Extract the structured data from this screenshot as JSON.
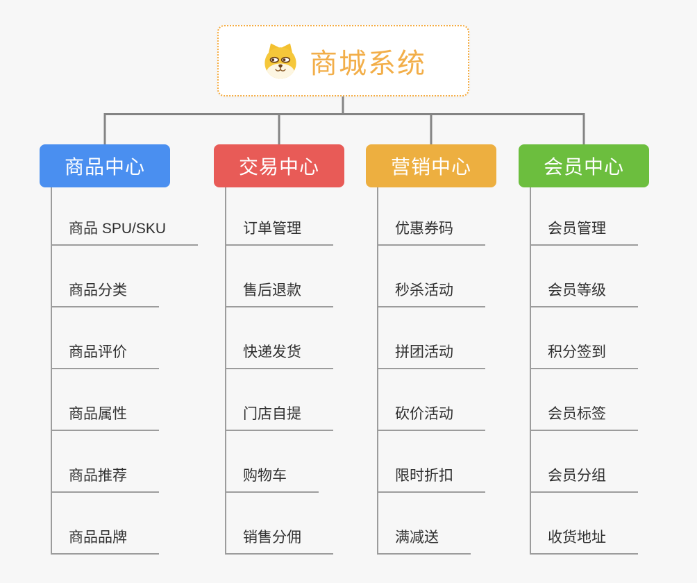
{
  "canvas": {
    "background_color": "#f7f7f7",
    "connector_color": "#848484",
    "leaf_line_color": "#9c9c9c"
  },
  "root": {
    "title": "商城系统",
    "icon": "dog-face-icon",
    "text_color": "#f2ae49",
    "border_color": "#f5ab3f"
  },
  "columns": [
    {
      "label": "商品中心",
      "color": "#4a8ff0",
      "items": [
        "商品 SPU/SKU",
        "商品分类",
        "商品评价",
        "商品属性",
        "商品推荐",
        "商品品牌"
      ]
    },
    {
      "label": "交易中心",
      "color": "#e85b57",
      "items": [
        "订单管理",
        "售后退款",
        "快递发货",
        "门店自提",
        "购物车",
        "销售分佣"
      ]
    },
    {
      "label": "营销中心",
      "color": "#edaf40",
      "items": [
        "优惠券码",
        "秒杀活动",
        "拼团活动",
        "砍价活动",
        "限时折扣",
        "满减送"
      ]
    },
    {
      "label": "会员中心",
      "color": "#6cbe3e",
      "items": [
        "会员管理",
        "会员等级",
        "积分签到",
        "会员标签",
        "会员分组",
        "收货地址"
      ]
    }
  ]
}
